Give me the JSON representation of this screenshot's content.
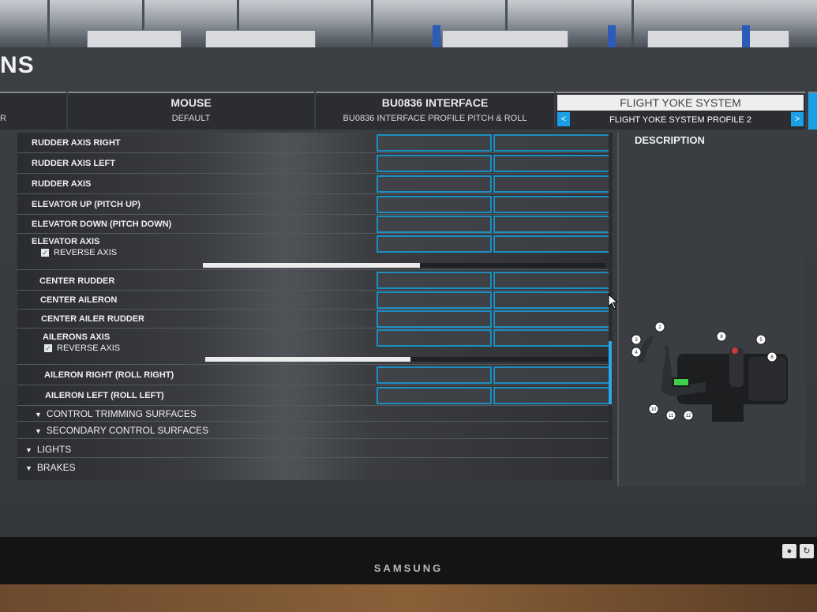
{
  "page": {
    "title": "NS"
  },
  "columns": {
    "left": {
      "sub": "R"
    },
    "mouse": {
      "name": "MOUSE",
      "profile": "DEFAULT"
    },
    "bu0836": {
      "name": "BU0836 INTERFACE",
      "profile": "BU0836 INTERFACE PROFILE PITCH & ROLL"
    },
    "yoke": {
      "name": "FLIGHT YOKE SYSTEM",
      "profile": "FLIGHT YOKE SYSTEM PROFILE 2",
      "prev": "<",
      "next": ">"
    }
  },
  "bindings": [
    {
      "label": "RUDDER AXIS RIGHT"
    },
    {
      "label": "RUDDER AXIS LEFT"
    },
    {
      "label": "RUDDER AXIS"
    },
    {
      "label": "ELEVATOR UP (PITCH UP)"
    },
    {
      "label": "ELEVATOR DOWN (PITCH DOWN)"
    },
    {
      "label": "ELEVATOR AXIS",
      "reverse_label": "REVERSE AXIS",
      "reverse_checked": true,
      "sensitivity": 0.54
    },
    {
      "label": "CENTER RUDDER"
    },
    {
      "label": "CENTER AILERON"
    },
    {
      "label": "CENTER AILER RUDDER"
    },
    {
      "label": "AILERONS AXIS",
      "reverse_label": "REVERSE AXIS",
      "reverse_checked": true,
      "sensitivity": 0.51
    },
    {
      "label": "AILERON RIGHT (ROLL RIGHT)"
    },
    {
      "label": "AILERON LEFT (ROLL LEFT)"
    }
  ],
  "sections": [
    {
      "label": "CONTROL TRIMMING SURFACES"
    },
    {
      "label": "SECONDARY CONTROL SURFACES"
    },
    {
      "label": "LIGHTS"
    },
    {
      "label": "BRAKES"
    }
  ],
  "description": {
    "title": "DESCRIPTION",
    "callouts": [
      "2",
      "3",
      "4",
      "5",
      "6",
      "8",
      "10",
      "11",
      "12"
    ]
  },
  "monitor": {
    "brand": "SAMSUNG"
  },
  "colors": {
    "accent": "#1aa0e6",
    "cell_border": "#1c8fc0",
    "panel": "#3a3d41"
  }
}
